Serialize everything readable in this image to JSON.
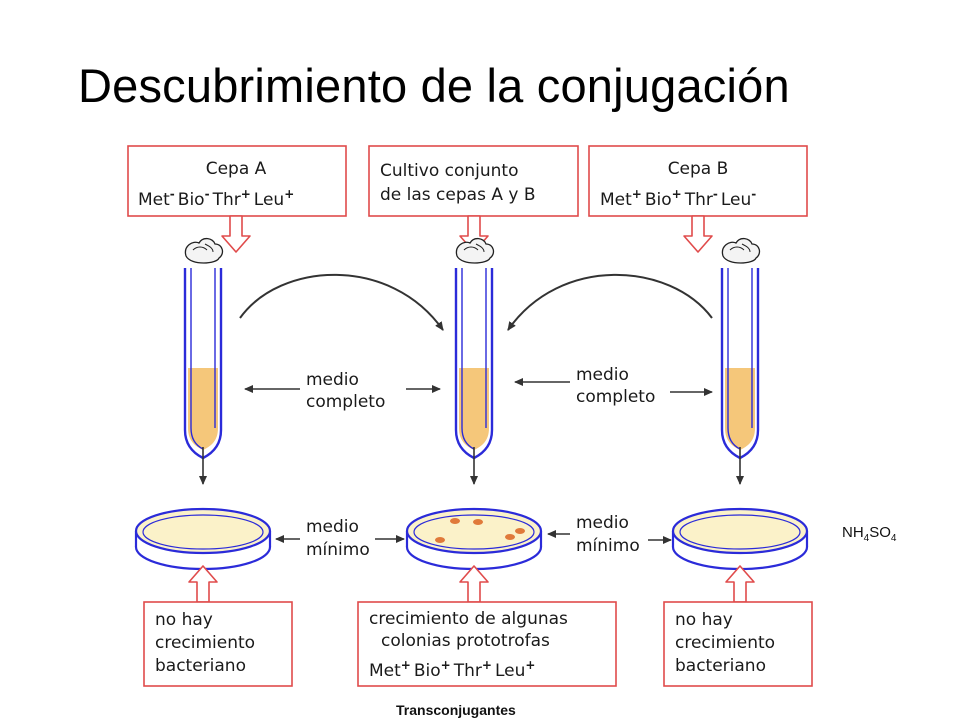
{
  "title": "Descubrimiento de la conjugación",
  "boxes": {
    "strain_a": {
      "line1": "Cepa A",
      "genotype": [
        "Met",
        "Bio",
        "Thr",
        "Leu"
      ],
      "signs": [
        "-",
        "-",
        "+",
        "+"
      ]
    },
    "mix": {
      "line1": "Cultivo conjunto",
      "line2": "de las cepas A y B"
    },
    "strain_b": {
      "line1": "Cepa B",
      "genotype": [
        "Met",
        "Bio",
        "Thr",
        "Leu"
      ],
      "signs": [
        "+",
        "+",
        "-",
        "-"
      ]
    },
    "result_left": {
      "line1": "no hay",
      "line2": "crecimiento",
      "line3": "bacteriano"
    },
    "result_center": {
      "line1": "crecimiento de algunas",
      "line2": "colonias prototrofas",
      "genotype": [
        "Met",
        "Bio",
        "Thr",
        "Leu"
      ],
      "signs": [
        "+",
        "+",
        "+",
        "+"
      ]
    },
    "result_right": {
      "line1": "no hay",
      "line2": "crecimiento",
      "line3": "bacteriano"
    }
  },
  "labels": {
    "medium_complete": {
      "line1": "medio",
      "line2": "completo"
    },
    "medium_minimal": {
      "line1": "medio",
      "line2": "mínimo"
    }
  },
  "notes": {
    "salt": {
      "base": "NH",
      "sub1": "4",
      "mid": "SO",
      "sub2": "4"
    },
    "transconjugants": "Transconjugantes"
  },
  "colors": {
    "box_border": "#e04b4b",
    "tube_outline": "#2b2bd9",
    "culture": "#f5c77a",
    "agar": "#fbf2c9",
    "colony": "#e07a3a",
    "arrow": "#333333"
  }
}
